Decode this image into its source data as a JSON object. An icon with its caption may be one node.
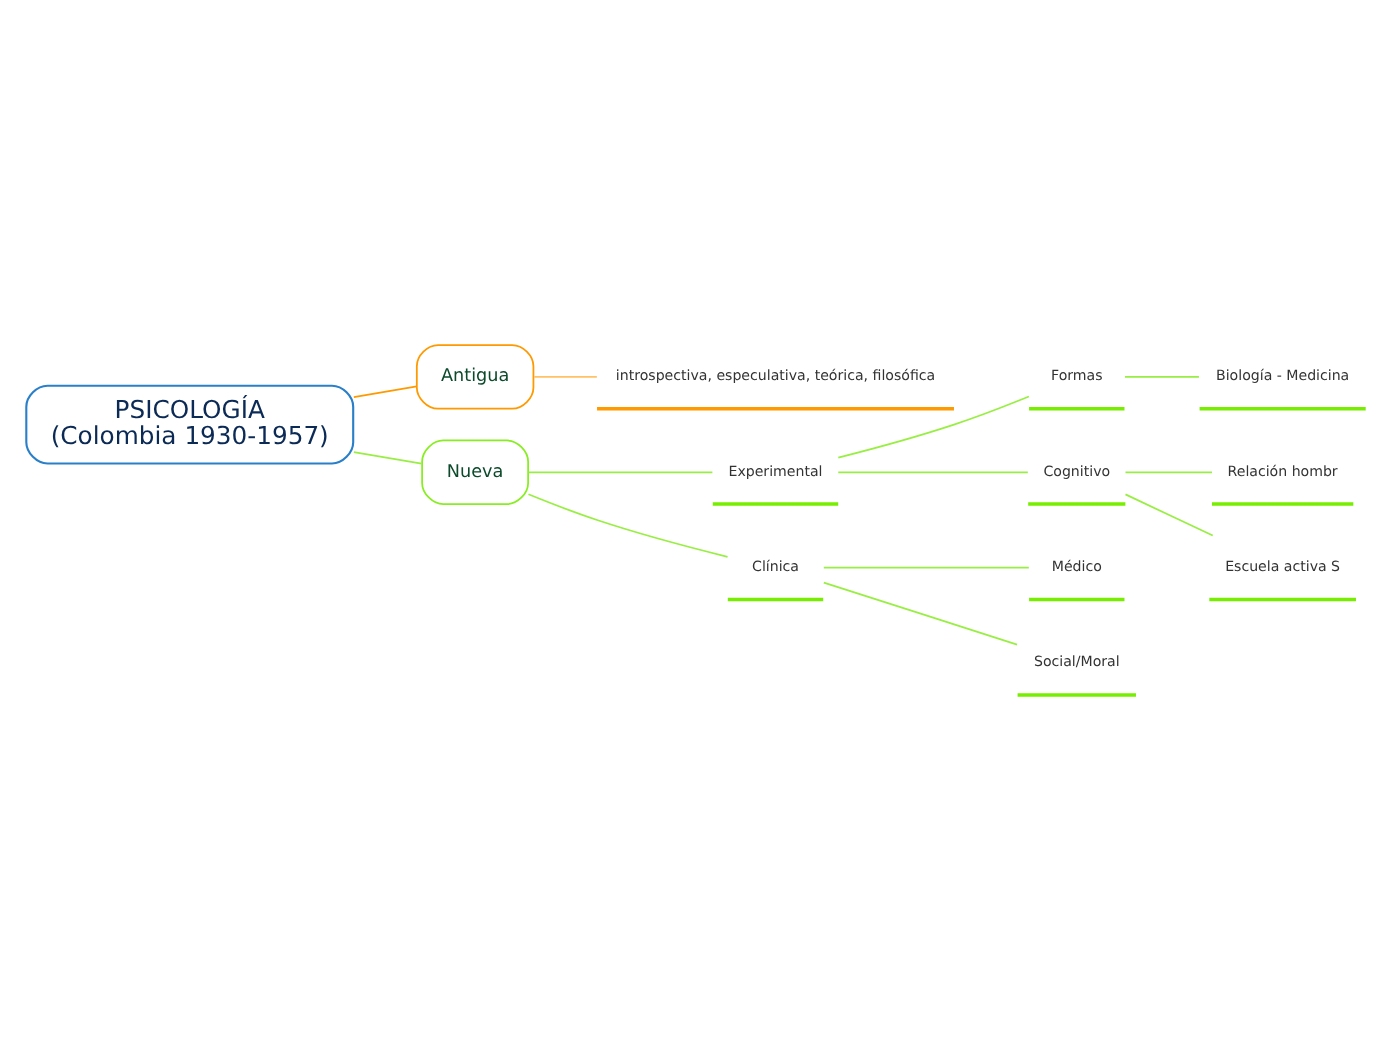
{
  "diagram": {
    "nodes": [
      {
        "text": [
          "PSICOLOGÍA",
          "(Colombia 1930-1957)"
        ]
      },
      {
        "text": [
          "Antigua"
        ]
      },
      {
        "text": [
          "introspectiva, especulativa, teórica, filosófica"
        ]
      },
      {
        "text": [
          "Nueva"
        ]
      },
      {
        "text": [
          "Experimental"
        ]
      },
      {
        "text": [
          "Formas"
        ]
      },
      {
        "text": [
          "Biología - Medicina"
        ]
      },
      {
        "text": [
          "Cognitivo"
        ]
      },
      {
        "text": [
          "Relación hombr"
        ]
      },
      {
        "text": [
          "Escuela activa S"
        ]
      },
      {
        "text": [
          "Clínica"
        ]
      },
      {
        "text": [
          "Médico"
        ]
      },
      {
        "text": [
          "Social/Moral"
        ]
      }
    ],
    "edges": [
      {
        "from": 0,
        "to": 1,
        "arrow": "none",
        "color": "#ff9900"
      },
      {
        "from": 1,
        "to": 2,
        "arrow": "none",
        "color": "#ffc266"
      },
      {
        "from": 0,
        "to": 3,
        "arrow": "none"
      },
      {
        "from": 3,
        "to": 4,
        "arrow": "none"
      },
      {
        "from": 4,
        "to": 5,
        "arrow": "none"
      },
      {
        "from": 5,
        "to": 6,
        "arrow": "none"
      },
      {
        "from": 4,
        "to": 7,
        "arrow": "none"
      },
      {
        "from": 7,
        "to": 8,
        "arrow": "none"
      },
      {
        "from": 7,
        "to": 9,
        "arrow": "none"
      },
      {
        "from": 3,
        "to": 10,
        "arrow": "none"
      },
      {
        "from": 10,
        "to": 11,
        "arrow": "none"
      },
      {
        "from": 10,
        "to": 12,
        "arrow": "none"
      }
    ]
  }
}
